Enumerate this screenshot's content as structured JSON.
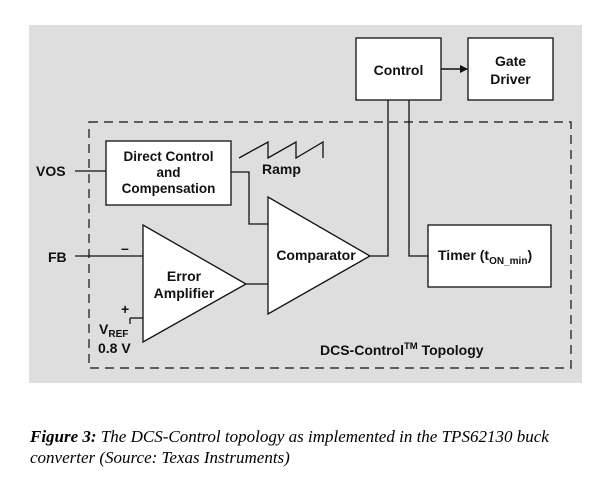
{
  "diagram": {
    "colors": {
      "background": "#dedede",
      "box_fill": "#ffffff",
      "line": "#111111"
    },
    "blocks": {
      "control": "Control",
      "gate_driver": [
        "Gate",
        "Driver"
      ],
      "direct_control": [
        "Direct Control",
        "and",
        "Compensation"
      ],
      "timer_main": "Timer (t",
      "timer_sub": "ON_min",
      "timer_close": ")",
      "comparator": "Comparator",
      "error_amplifier": [
        "Error",
        "Amplifier"
      ]
    },
    "signals": {
      "vos": "VOS",
      "fb": "FB",
      "ramp": "Ramp",
      "minus": "–",
      "plus": "+",
      "vref_main": "V",
      "vref_sub": "REF",
      "vref_value": "0.8 V"
    },
    "topology_label": {
      "main": "DCS-Control",
      "superscript": "TM",
      "suffix": " Topology"
    }
  },
  "caption": {
    "figure_label": "Figure 3:",
    "text": " The DCS-Control topology as implemented in the TPS62130 buck converter (Source: Texas Instruments)"
  }
}
